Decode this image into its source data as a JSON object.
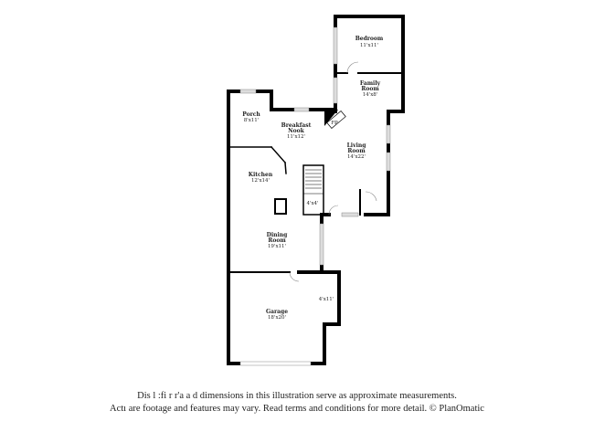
{
  "rooms": {
    "bedroom": {
      "name": "Bedroom",
      "dim": "11'x11'"
    },
    "family": {
      "name1": "Family",
      "name2": "Room",
      "dim": "14'x8'"
    },
    "porch": {
      "name": "Porch",
      "dim": "8'x11'"
    },
    "breakfast": {
      "name1": "Breakfast",
      "name2": "Nook",
      "dim": "11'x12'"
    },
    "fireplace": {
      "label": "FP"
    },
    "living": {
      "name1": "Living",
      "name2": "Room",
      "dim": "14'x22'"
    },
    "kitchen": {
      "name": "Kitchen",
      "dim": "12'x14'"
    },
    "closet": {
      "dim": "4'x4'"
    },
    "dining": {
      "name1": "Dining",
      "name2": "Room",
      "dim": "19'x11'"
    },
    "garage": {
      "name": "Garage",
      "dim": "18'x20'"
    },
    "garage_nook": {
      "dim": "4'x11'"
    }
  },
  "disclaimer": {
    "line1": "Dis        l  :fi   r r'a  a      d dimensions in this illustration serve as approximate measurements.",
    "line2": "Actı    are footage and features may vary. Read terms and conditions for more detail. © PlanOmatic"
  },
  "colors": {
    "wall": "#000000",
    "window": "#cfcfcf"
  }
}
